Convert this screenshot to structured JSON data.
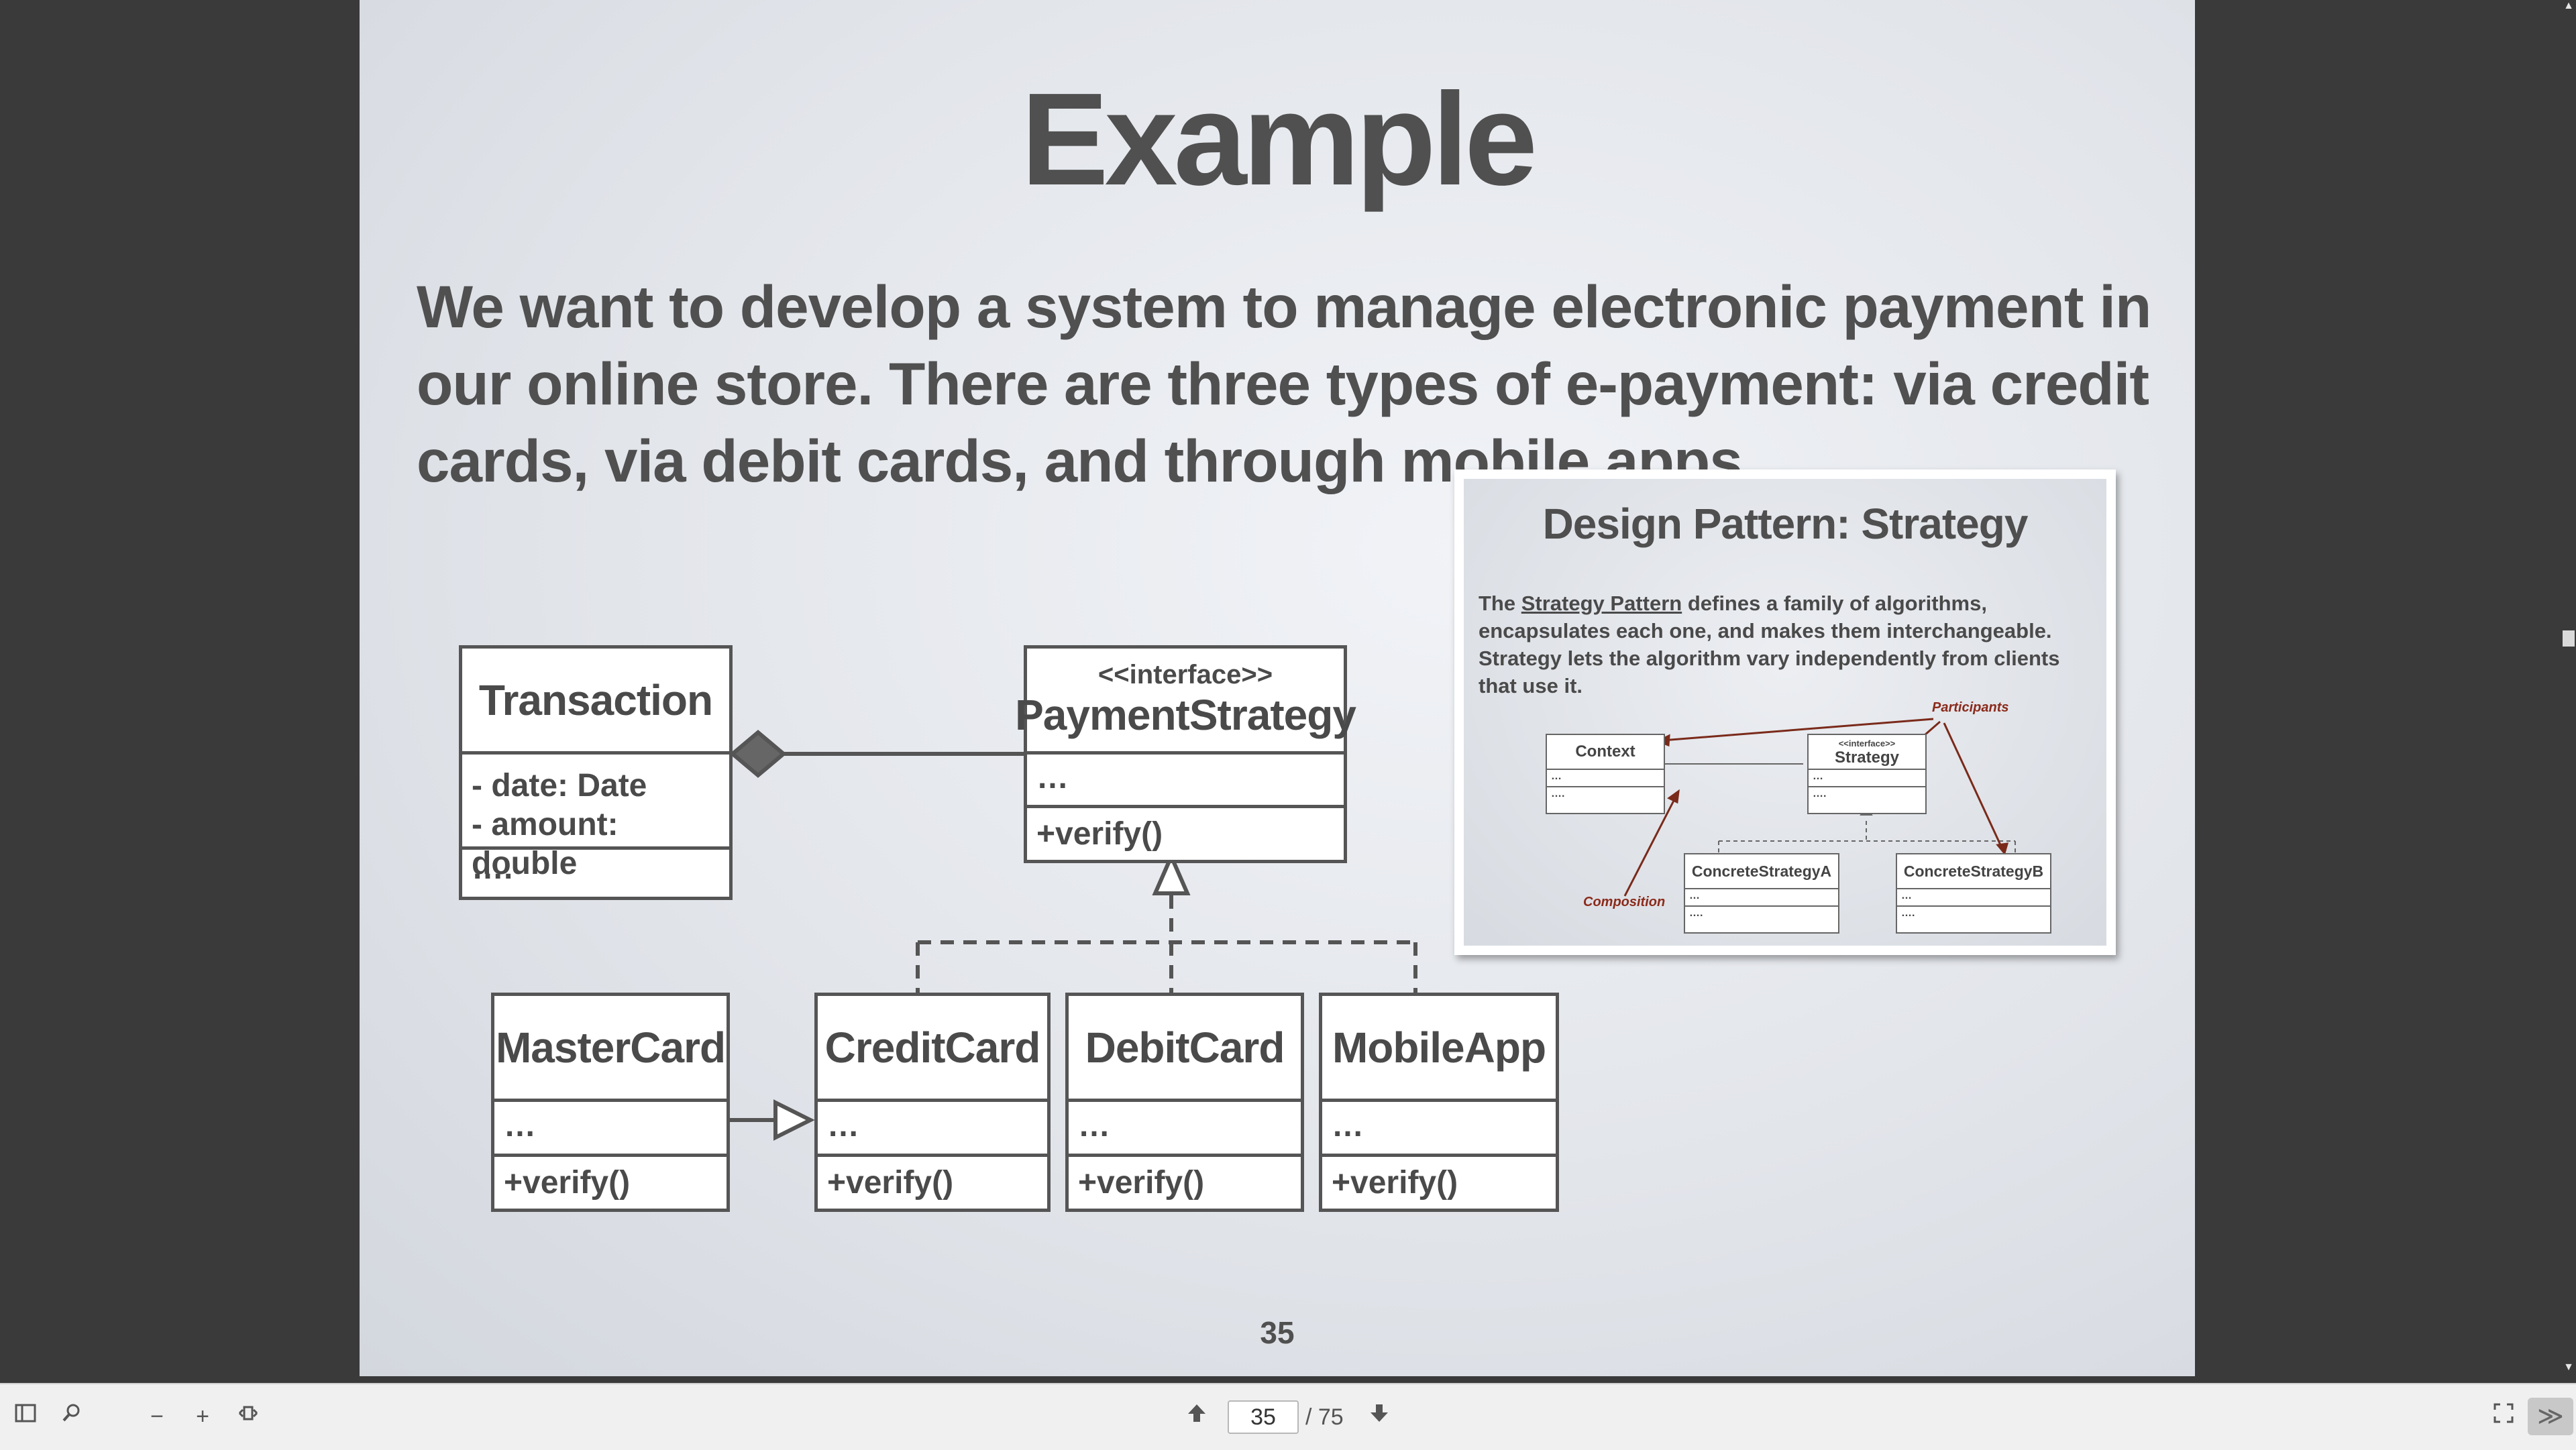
{
  "slide": {
    "title": "Example",
    "body": "We want to develop a system to manage electronic payment in our online store. There are three types of e-payment: via credit cards, via debit cards, and through mobile apps.",
    "page_number": "35"
  },
  "uml": {
    "transaction": {
      "name": "Transaction",
      "attr1": "-    date: Date",
      "attr2": "-    amount: double",
      "methods": "…."
    },
    "payment_strategy": {
      "stereotype": "<<interface>>",
      "name": "PaymentStrategy",
      "attrs": "…",
      "method": "+verify()"
    },
    "mastercard": {
      "name": "MasterCard",
      "attrs": "…",
      "method": "+verify()"
    },
    "creditcard": {
      "name": "CreditCard",
      "attrs": "…",
      "method": "+verify()"
    },
    "debitcard": {
      "name": "DebitCard",
      "attrs": "…",
      "method": "+verify()"
    },
    "mobileapp": {
      "name": "MobileApp",
      "attrs": "…",
      "method": "+verify()"
    }
  },
  "inset": {
    "title": "Design Pattern: Strategy",
    "text_pre": "The ",
    "text_link": "Strategy Pattern",
    "text_post": " defines a family of algorithms, encapsulates each one, and makes them interchangeable. Strategy lets the algorithm vary independently from clients that use it.",
    "context": "Context",
    "strategy_stereo": "<<interface>>",
    "strategy": "Strategy",
    "concrete_a": "ConcreteStrategyA",
    "concrete_b": "ConcreteStrategyB",
    "ellipsis": "…",
    "ellipsis4": "….",
    "participants": "Participants",
    "composition": "Composition"
  },
  "toolbar": {
    "current_page": "35",
    "total_pages": "/ 75"
  },
  "colors": {
    "accent": "#8b2a1a",
    "text": "#505050"
  }
}
